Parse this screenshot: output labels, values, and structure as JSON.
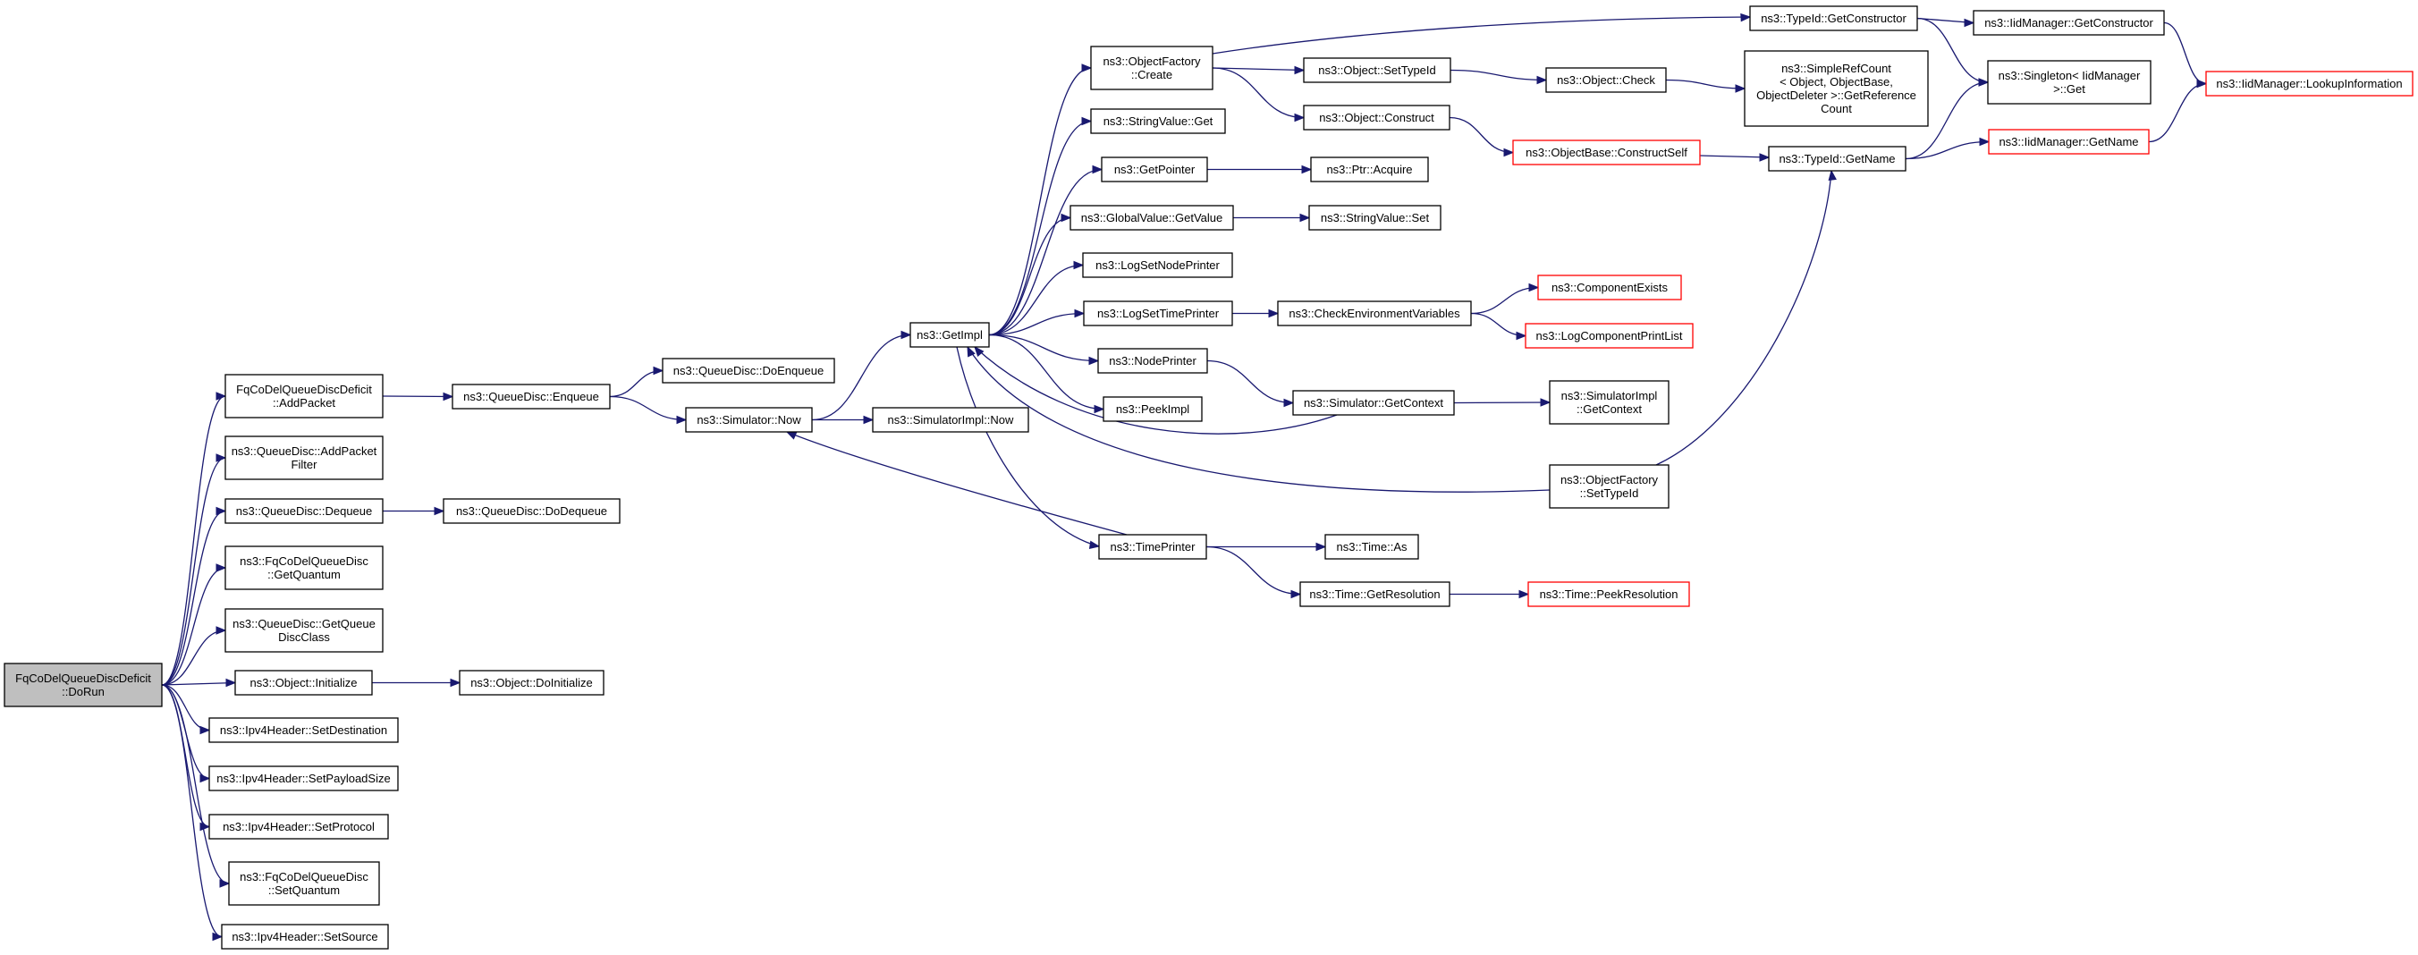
{
  "graph": {
    "nodes": [
      {
        "id": "root",
        "style": "root",
        "lines": [
          "FqCoDelQueueDiscDeficit",
          "::DoRun"
        ]
      },
      {
        "id": "addpacket",
        "lines": [
          "FqCoDelQueueDiscDeficit",
          "::AddPacket"
        ]
      },
      {
        "id": "addpacketfilter",
        "lines": [
          "ns3::QueueDisc::AddPacket",
          "Filter"
        ]
      },
      {
        "id": "dequeue",
        "lines": [
          "ns3::QueueDisc::Dequeue"
        ]
      },
      {
        "id": "getquantum",
        "lines": [
          "ns3::FqCoDelQueueDisc",
          "::GetQuantum"
        ]
      },
      {
        "id": "getqueuedisc",
        "lines": [
          "ns3::QueueDisc::GetQueue",
          "DiscClass"
        ]
      },
      {
        "id": "initialize",
        "lines": [
          "ns3::Object::Initialize"
        ]
      },
      {
        "id": "setdest",
        "lines": [
          "ns3::Ipv4Header::SetDestination"
        ]
      },
      {
        "id": "setpayload",
        "lines": [
          "ns3::Ipv4Header::SetPayloadSize"
        ]
      },
      {
        "id": "setprotocol",
        "lines": [
          "ns3::Ipv4Header::SetProtocol"
        ]
      },
      {
        "id": "setquantum",
        "lines": [
          "ns3::FqCoDelQueueDisc",
          "::SetQuantum"
        ]
      },
      {
        "id": "setsource",
        "lines": [
          "ns3::Ipv4Header::SetSource"
        ]
      },
      {
        "id": "enqueue",
        "lines": [
          "ns3::QueueDisc::Enqueue"
        ]
      },
      {
        "id": "dodequeue",
        "lines": [
          "ns3::QueueDisc::DoDequeue"
        ]
      },
      {
        "id": "doinitialize",
        "lines": [
          "ns3::Object::DoInitialize"
        ]
      },
      {
        "id": "doenqueue",
        "lines": [
          "ns3::QueueDisc::DoEnqueue"
        ]
      },
      {
        "id": "simnow",
        "lines": [
          "ns3::Simulator::Now"
        ]
      },
      {
        "id": "simimplnow",
        "lines": [
          "ns3::SimulatorImpl::Now"
        ]
      },
      {
        "id": "getimpl",
        "lines": [
          "ns3::GetImpl"
        ]
      },
      {
        "id": "objfactorycreate",
        "lines": [
          "ns3::ObjectFactory",
          "::Create"
        ]
      },
      {
        "id": "stringvalueget",
        "lines": [
          "ns3::StringValue::Get"
        ]
      },
      {
        "id": "getpointer",
        "lines": [
          "ns3::GetPointer"
        ]
      },
      {
        "id": "globalvalueget",
        "lines": [
          "ns3::GlobalValue::GetValue"
        ]
      },
      {
        "id": "logsetnode",
        "lines": [
          "ns3::LogSetNodePrinter"
        ]
      },
      {
        "id": "logsettime",
        "lines": [
          "ns3::LogSetTimePrinter"
        ]
      },
      {
        "id": "nodeprinter",
        "lines": [
          "ns3::NodePrinter"
        ]
      },
      {
        "id": "peekimpl",
        "lines": [
          "ns3::PeekImpl"
        ]
      },
      {
        "id": "timeprinter",
        "lines": [
          "ns3::TimePrinter"
        ]
      },
      {
        "id": "objsettypeid",
        "lines": [
          "ns3::Object::SetTypeId"
        ]
      },
      {
        "id": "objconstruct",
        "lines": [
          "ns3::Object::Construct"
        ]
      },
      {
        "id": "ptracquire",
        "lines": [
          "ns3::Ptr::Acquire"
        ]
      },
      {
        "id": "stringvalueset",
        "lines": [
          "ns3::StringValue::Set"
        ]
      },
      {
        "id": "checkenv",
        "lines": [
          "ns3::CheckEnvironmentVariables"
        ]
      },
      {
        "id": "simgetcontext",
        "lines": [
          "ns3::Simulator::GetContext"
        ]
      },
      {
        "id": "timeas",
        "lines": [
          "ns3::Time::As"
        ]
      },
      {
        "id": "timegetres",
        "lines": [
          "ns3::Time::GetResolution"
        ]
      },
      {
        "id": "typeidgetctor",
        "lines": [
          "ns3::TypeId::GetConstructor"
        ]
      },
      {
        "id": "objcheck",
        "lines": [
          "ns3::Object::Check"
        ]
      },
      {
        "id": "simplerefcount",
        "lines": [
          "ns3::SimpleRefCount",
          "< Object, ObjectBase,",
          "ObjectDeleter >::GetReference",
          "Count"
        ]
      },
      {
        "id": "constructself",
        "style": "red",
        "lines": [
          "ns3::ObjectBase::ConstructSelf"
        ]
      },
      {
        "id": "componentexists",
        "style": "red",
        "lines": [
          "ns3::ComponentExists"
        ]
      },
      {
        "id": "logcomponentprint",
        "style": "red",
        "lines": [
          "ns3::LogComponentPrintList"
        ]
      },
      {
        "id": "simimplgetcontext",
        "lines": [
          "ns3::SimulatorImpl",
          "::GetContext"
        ]
      },
      {
        "id": "objfactorysettypeid",
        "lines": [
          "ns3::ObjectFactory",
          "::SetTypeId"
        ]
      },
      {
        "id": "peekresolution",
        "style": "red",
        "lines": [
          "ns3::Time::PeekResolution"
        ]
      },
      {
        "id": "iidgetctor",
        "lines": [
          "ns3::IidManager::GetConstructor"
        ]
      },
      {
        "id": "singletonget",
        "lines": [
          "ns3::Singleton< IidManager",
          ">::Get"
        ]
      },
      {
        "id": "typeidgetname",
        "lines": [
          "ns3::TypeId::GetName"
        ]
      },
      {
        "id": "iidgetname",
        "style": "red",
        "lines": [
          "ns3::IidManager::GetName"
        ]
      },
      {
        "id": "iidlookup",
        "style": "red",
        "lines": [
          "ns3::IidManager::LookupInformation"
        ]
      }
    ],
    "edges": [
      [
        "root",
        "addpacket"
      ],
      [
        "root",
        "addpacketfilter"
      ],
      [
        "root",
        "dequeue"
      ],
      [
        "root",
        "getquantum"
      ],
      [
        "root",
        "getqueuedisc"
      ],
      [
        "root",
        "initialize"
      ],
      [
        "root",
        "setdest"
      ],
      [
        "root",
        "setpayload"
      ],
      [
        "root",
        "setprotocol"
      ],
      [
        "root",
        "setquantum"
      ],
      [
        "root",
        "setsource"
      ],
      [
        "addpacket",
        "enqueue"
      ],
      [
        "enqueue",
        "doenqueue"
      ],
      [
        "enqueue",
        "simnow"
      ],
      [
        "simnow",
        "getimpl"
      ],
      [
        "simnow",
        "simimplnow"
      ],
      [
        "dequeue",
        "dodequeue"
      ],
      [
        "initialize",
        "doinitialize"
      ],
      [
        "getimpl",
        "objfactorycreate"
      ],
      [
        "getimpl",
        "stringvalueget"
      ],
      [
        "getimpl",
        "getpointer"
      ],
      [
        "getimpl",
        "globalvalueget"
      ],
      [
        "getimpl",
        "logsetnode"
      ],
      [
        "getimpl",
        "logsettime"
      ],
      [
        "getimpl",
        "nodeprinter"
      ],
      [
        "getimpl",
        "peekimpl"
      ],
      [
        "getimpl",
        "timeprinter"
      ],
      [
        "timeprinter",
        "simnow"
      ],
      [
        "simgetcontext",
        "getimpl"
      ],
      [
        "objfactorysettypeid",
        "getimpl"
      ],
      [
        "objfactorycreate",
        "typeidgetctor"
      ],
      [
        "objfactorycreate",
        "objsettypeid"
      ],
      [
        "objfactorycreate",
        "objconstruct"
      ],
      [
        "getpointer",
        "ptracquire"
      ],
      [
        "globalvalueget",
        "stringvalueset"
      ],
      [
        "logsettime",
        "checkenv"
      ],
      [
        "checkenv",
        "componentexists"
      ],
      [
        "checkenv",
        "logcomponentprint"
      ],
      [
        "nodeprinter",
        "simgetcontext"
      ],
      [
        "simgetcontext",
        "simimplgetcontext"
      ],
      [
        "timeprinter",
        "timeas"
      ],
      [
        "timeprinter",
        "timegetres"
      ],
      [
        "timegetres",
        "peekresolution"
      ],
      [
        "objsettypeid",
        "objcheck"
      ],
      [
        "objcheck",
        "simplerefcount"
      ],
      [
        "objconstruct",
        "constructself"
      ],
      [
        "constructself",
        "typeidgetname"
      ],
      [
        "objfactorysettypeid",
        "typeidgetname"
      ],
      [
        "typeidgetctor",
        "iidgetctor"
      ],
      [
        "typeidgetctor",
        "singletonget"
      ],
      [
        "iidgetctor",
        "iidlookup"
      ],
      [
        "typeidgetname",
        "singletonget"
      ],
      [
        "typeidgetname",
        "iidgetname"
      ],
      [
        "iidgetname",
        "iidlookup"
      ]
    ]
  }
}
